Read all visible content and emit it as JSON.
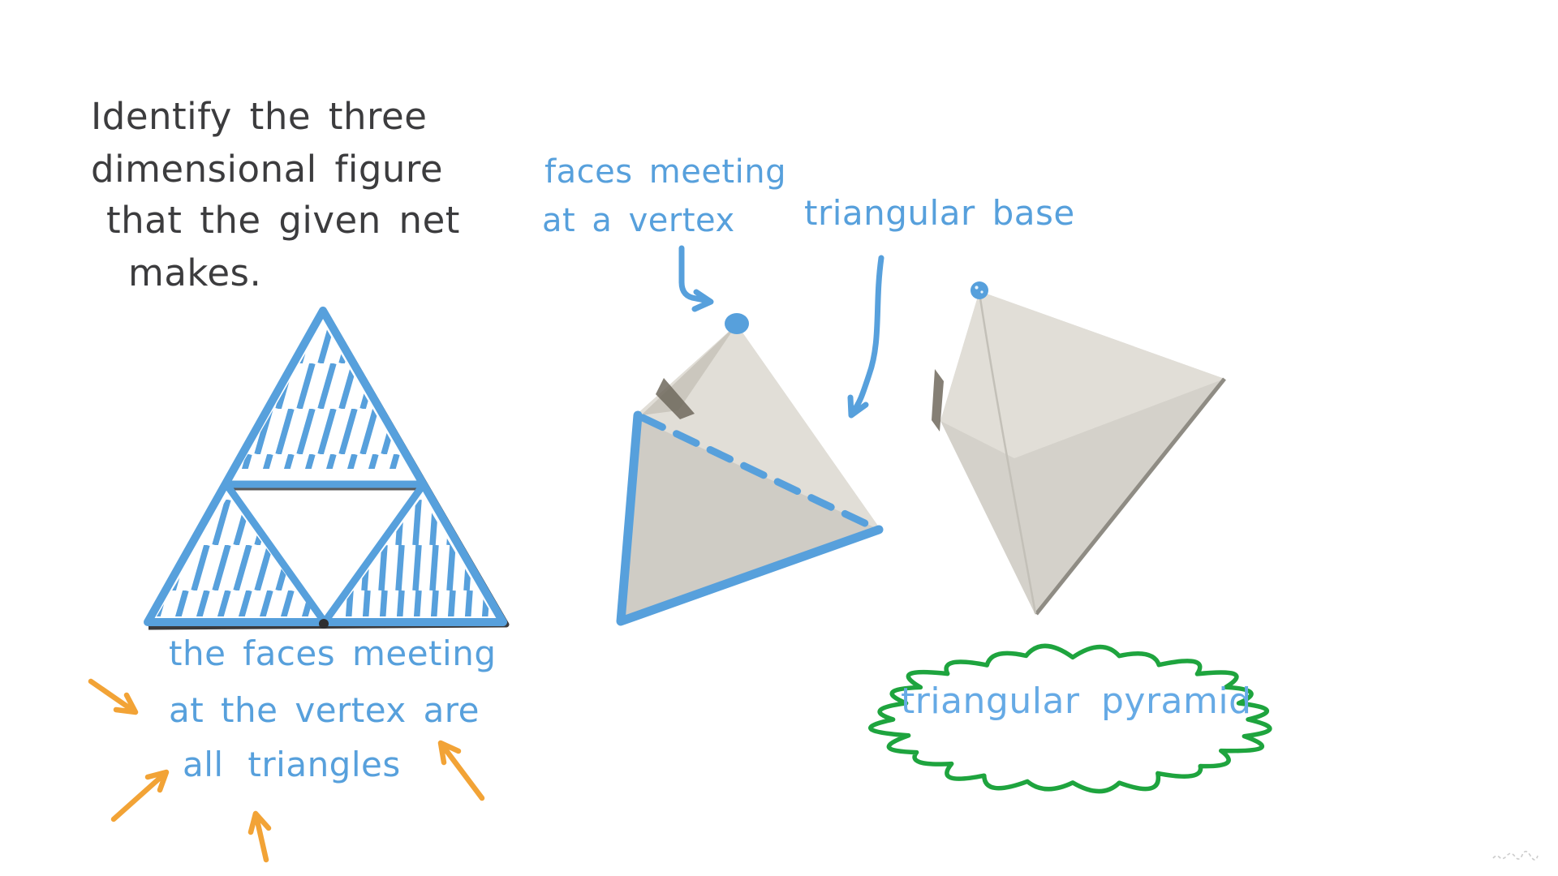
{
  "question": {
    "lines": [
      "Identify the three",
      "dimensional figure",
      "that the given net",
      "makes."
    ]
  },
  "annotations": {
    "vertex_label_lines": [
      "faces meeting",
      "at a vertex"
    ],
    "base_label": "triangular base"
  },
  "net_caption_lines": [
    "the faces meeting",
    "at the vertex are",
    "all triangles"
  ],
  "answer_label": "triangular pyramid",
  "palette": {
    "ink": "#3c3c3e",
    "marker_blue": "#57a0dc",
    "answer_blue": "#66aae5",
    "arrow_orange": "#f2a336",
    "cloud_green": "#1ea43e",
    "paper_light": "#e1ded7",
    "paper_mid": "#cfccc5",
    "paper_crease_dark": "#6e685d",
    "shadow_ink": "#3b3b3d"
  }
}
